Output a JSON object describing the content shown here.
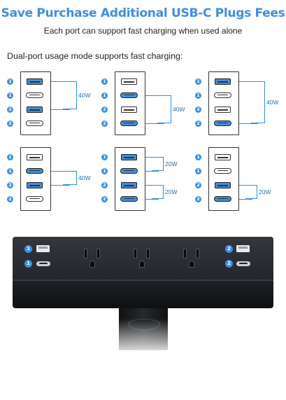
{
  "header": {
    "title": "Save Purchase Additional USB-C Plugs Fees",
    "subtitle": "Each port can support fast charging when used alone"
  },
  "mode_label": "Dual-port usage mode supports fast charging:",
  "colors": {
    "accent": "#3f8fe0",
    "title": "#3f8fe0",
    "port_highlight": "#3f8fe0",
    "bracket": "#2f8fe0",
    "device_body": "#1d2024"
  },
  "dot_labels": [
    "1",
    "1",
    "2",
    "2"
  ],
  "diagrams": [
    {
      "ports": [
        {
          "type": "usb-a",
          "active": true
        },
        {
          "type": "usb-c",
          "active": false
        },
        {
          "type": "usb-a",
          "active": true
        },
        {
          "type": "usb-c",
          "active": false
        }
      ],
      "groups": [
        {
          "rows": [
            0,
            2
          ],
          "label": "40W"
        }
      ]
    },
    {
      "ports": [
        {
          "type": "usb-a",
          "active": false
        },
        {
          "type": "usb-c",
          "active": true
        },
        {
          "type": "usb-a",
          "active": false
        },
        {
          "type": "usb-c",
          "active": true
        }
      ],
      "groups": [
        {
          "rows": [
            1,
            3
          ],
          "label": "40W"
        }
      ]
    },
    {
      "ports": [
        {
          "type": "usb-a",
          "active": true
        },
        {
          "type": "usb-c",
          "active": false
        },
        {
          "type": "usb-a",
          "active": false
        },
        {
          "type": "usb-c",
          "active": true
        }
      ],
      "groups": [
        {
          "rows": [
            0,
            3
          ],
          "label": "40W"
        }
      ]
    },
    {
      "ports": [
        {
          "type": "usb-a",
          "active": false
        },
        {
          "type": "usb-c",
          "active": true
        },
        {
          "type": "usb-a",
          "active": true
        },
        {
          "type": "usb-c",
          "active": false
        }
      ],
      "groups": [
        {
          "rows": [
            1,
            2
          ],
          "label": "40W"
        }
      ]
    },
    {
      "ports": [
        {
          "type": "usb-a",
          "active": true
        },
        {
          "type": "usb-c",
          "active": true
        },
        {
          "type": "usb-a",
          "active": true
        },
        {
          "type": "usb-c",
          "active": true
        }
      ],
      "groups": [
        {
          "rows": [
            0,
            1
          ],
          "label": "20W"
        },
        {
          "rows": [
            2,
            3
          ],
          "label": "20W"
        }
      ]
    },
    {
      "ports": [
        {
          "type": "usb-a",
          "active": false
        },
        {
          "type": "usb-c",
          "active": false
        },
        {
          "type": "usb-a",
          "active": true
        },
        {
          "type": "usb-c",
          "active": true
        }
      ],
      "groups": [
        {
          "rows": [
            2,
            3
          ],
          "label": "20W"
        }
      ]
    }
  ],
  "device": {
    "left_port_labels": [
      "1",
      "1"
    ],
    "right_port_labels": [
      "2",
      "2"
    ],
    "outlet_count": 3
  }
}
